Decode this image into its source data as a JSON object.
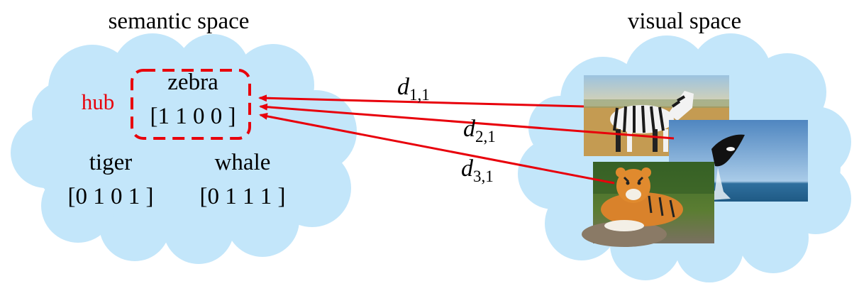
{
  "semantic_space": {
    "title": "semantic space",
    "hub_label": "hub",
    "classes": [
      {
        "name": "zebra",
        "vector": "[1 1 0 0 ]"
      },
      {
        "name": "tiger",
        "vector": "[0 1 0 1 ]"
      },
      {
        "name": "whale",
        "vector": "[0 1 1 1 ]"
      }
    ]
  },
  "visual_space": {
    "title": "visual space",
    "images": [
      {
        "name": "zebra-photo"
      },
      {
        "name": "whale-photo"
      },
      {
        "name": "tiger-photo"
      }
    ]
  },
  "distances": [
    {
      "base": "d",
      "sub": "1,1"
    },
    {
      "base": "d",
      "sub": "2,1"
    },
    {
      "base": "d",
      "sub": "3,1"
    }
  ],
  "colors": {
    "cloud": "#c3e6fa",
    "hub_box": "#e8000b",
    "arrow": "#e8000b",
    "hub_text": "#e8000b",
    "text": "#000000"
  }
}
